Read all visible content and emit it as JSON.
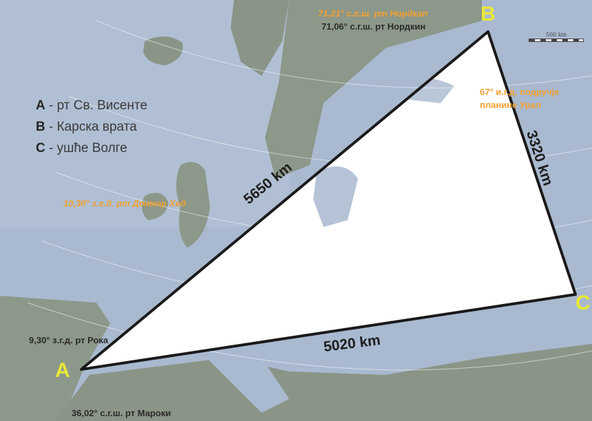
{
  "legend": [
    {
      "letter": "A",
      "text": " - рт Св. Висенте"
    },
    {
      "letter": "B",
      "text": " - Карска врата"
    },
    {
      "letter": "C",
      "text": " - ушће Волге"
    }
  ],
  "points": {
    "a": "A",
    "b": "B",
    "c": "C"
  },
  "distances": {
    "ab": "5650 km",
    "bc": "3320 km",
    "ac": "5020 km"
  },
  "labels": {
    "nordkap": "71,21° с.г.ш. рт Нордкап",
    "nordkin": "71,06° с.г.ш. рт Нордкин",
    "ural": "67° и.г.д. подручје\nпланине Урал",
    "donmar": "10,30° з.г.д. рт Донмар Хед",
    "roka": "9,30° з.г.д. рт Рока",
    "maroki": "36,02° с.г.ш. рт Мароки"
  },
  "scale_label": "500 km",
  "colors": {
    "sea": "#a8b8cf",
    "land": "#8e9a8b",
    "highlight": "#ffffff",
    "route": "#1a1a1a",
    "point_label": "#e8e836",
    "coord_orange": "#f0a030"
  }
}
